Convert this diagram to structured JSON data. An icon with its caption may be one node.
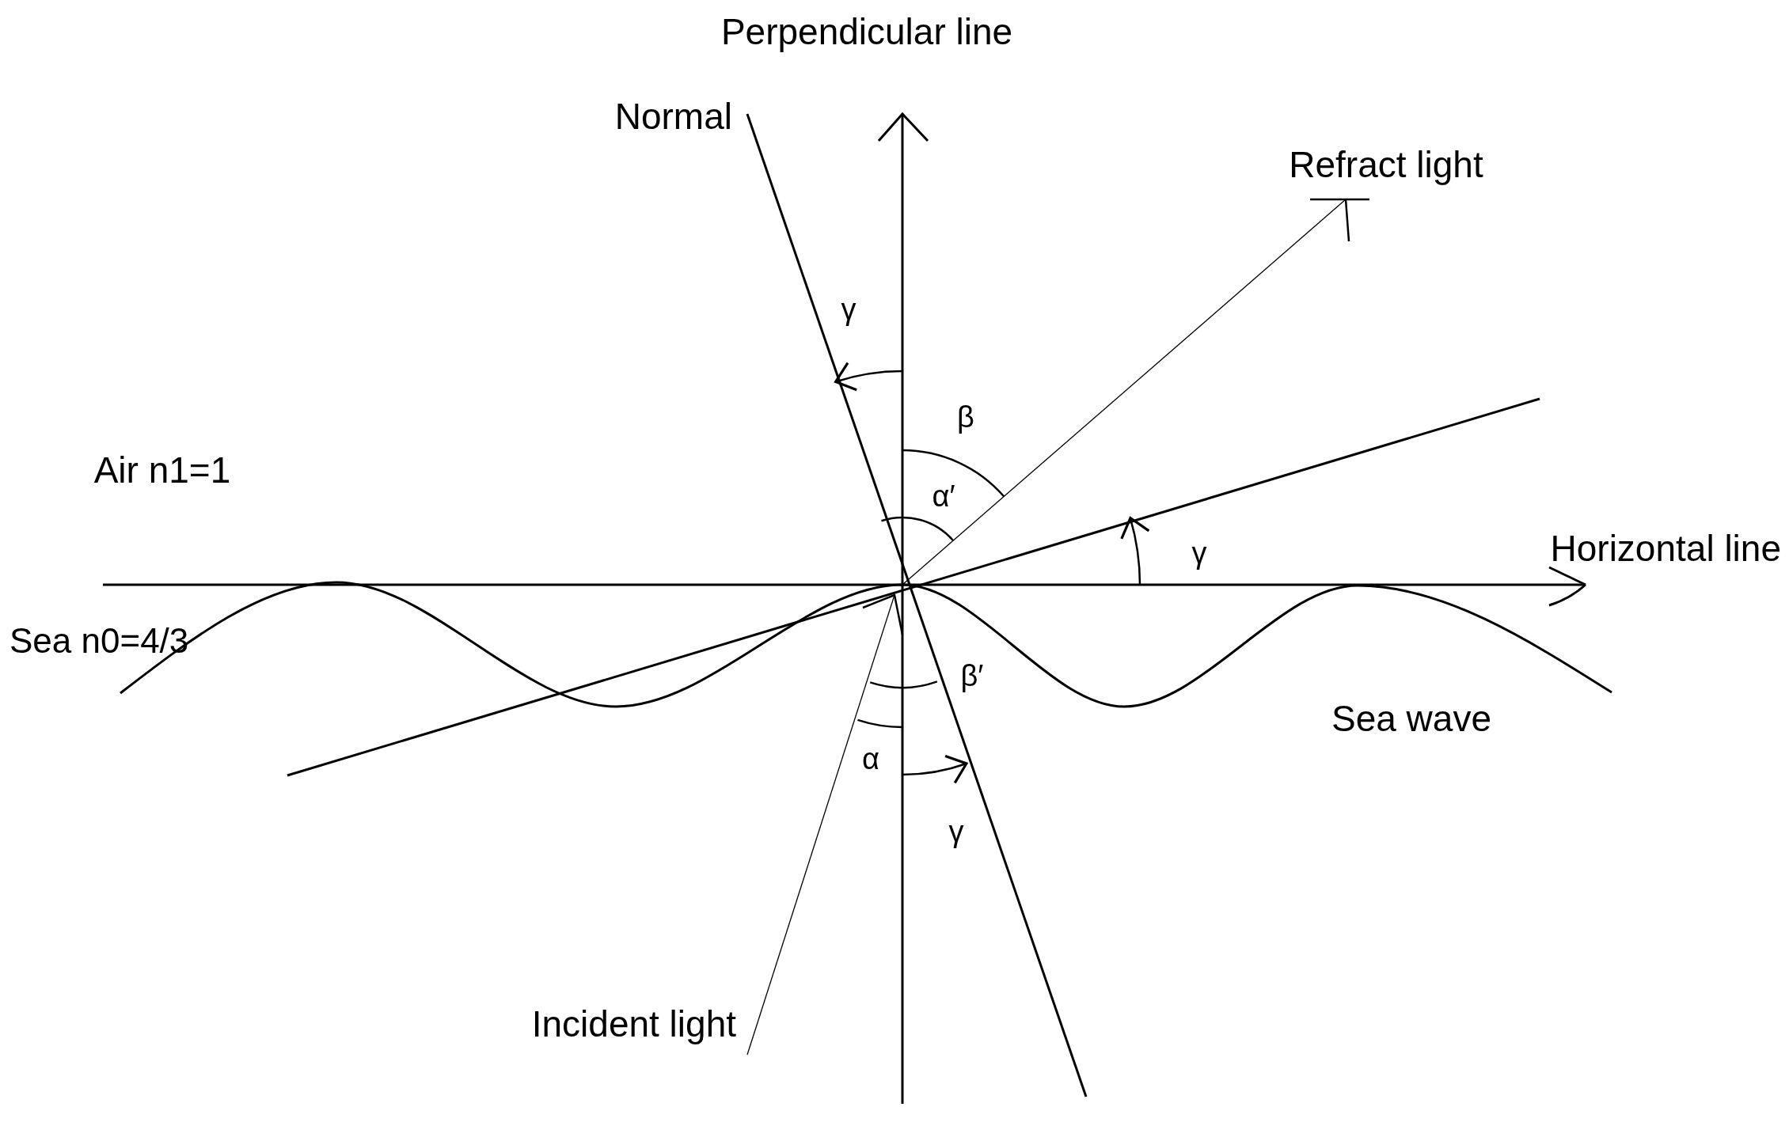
{
  "diagram": {
    "labels": [
      "Perpendicular line",
      "Normal",
      "Refract light",
      "γ",
      "β",
      "Air n1=1",
      "α′",
      "Horizontal line",
      "γ",
      "Sea n0=4/3",
      "β′",
      "Sea wave",
      "α",
      "γ",
      "Incident light"
    ]
  }
}
